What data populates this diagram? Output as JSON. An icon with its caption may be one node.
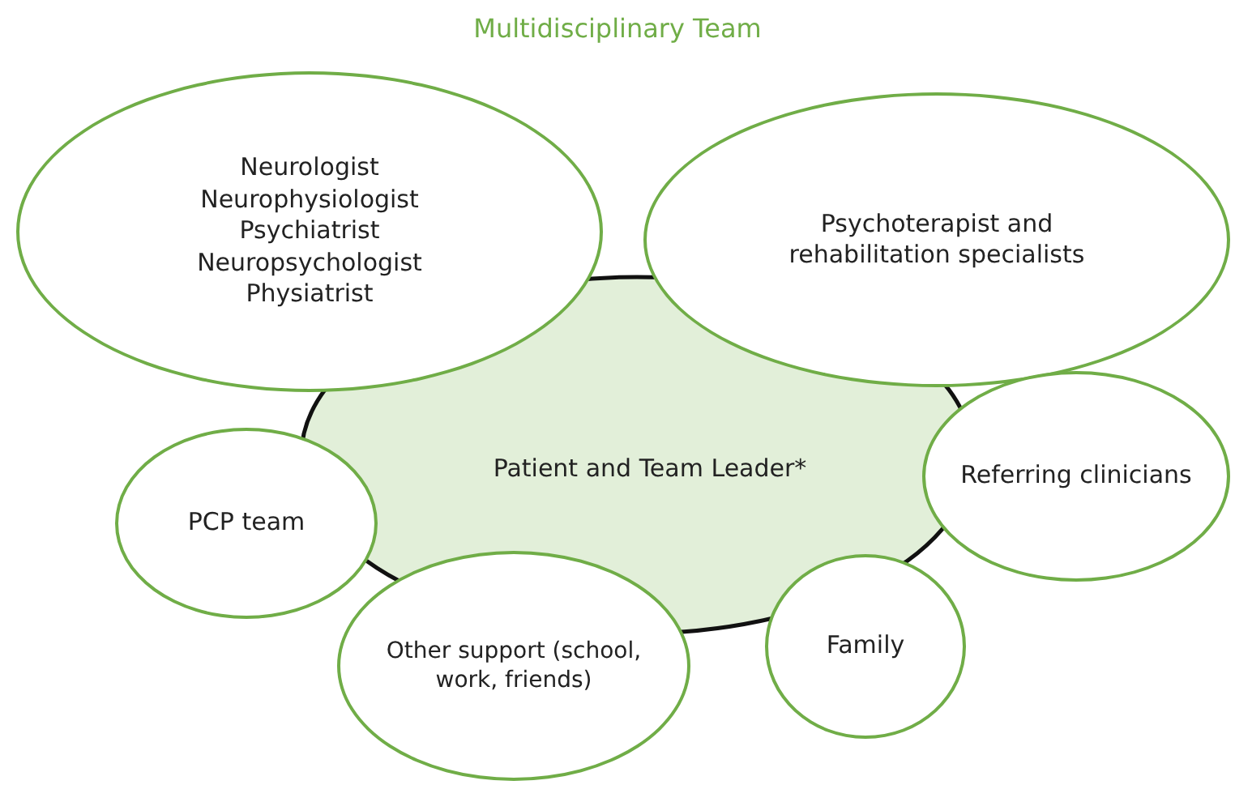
{
  "diagram": {
    "title": "Multidisciplinary Team",
    "nodes": [
      {
        "text": [
          "Patient and Team Leader*"
        ]
      },
      {
        "text": [
          "Neurologist Neurophysiologist Psychiatrist Neuropsychologist Physiatrist"
        ]
      },
      {
        "text": [
          "Psychoterapist and rehabilitation specialists"
        ]
      },
      {
        "text": [
          "PCP team"
        ]
      },
      {
        "text": [
          "Other support (school, work, friends)"
        ]
      },
      {
        "text": [
          "Family"
        ]
      },
      {
        "text": [
          "Referring clinicians"
        ]
      }
    ]
  }
}
